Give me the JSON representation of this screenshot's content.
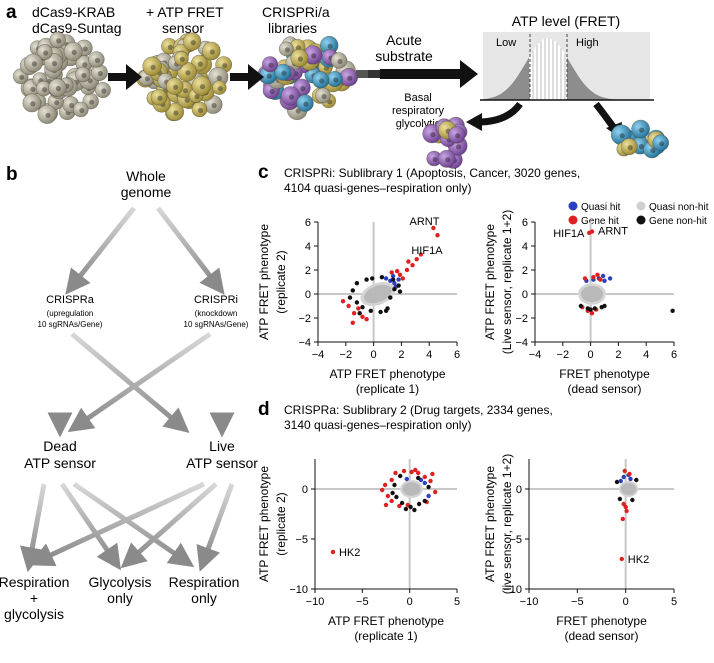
{
  "panel_a": {
    "label": "a",
    "step1_line1": "dCas9-KRAB",
    "step1_line2": "dCas9-Suntag",
    "step2_line1": "+ ATP FRET",
    "step2_line2": "sensor",
    "step3_line1": "CRISPRi/a",
    "step3_line2": "libraries",
    "acute_line1": "Acute",
    "acute_line2": "substrate",
    "basal": "Basal",
    "respiratory": "respiratory",
    "glycolytic": "glycolytic",
    "atp_title": "ATP level (FRET)",
    "low": "Low",
    "high": "High",
    "colors": {
      "grey_cell": "#b9b4a2",
      "yellow_cell": "#c9b961",
      "purple_cell": "#9a6bbd",
      "blue_cell": "#3d9ac4"
    }
  },
  "panel_b": {
    "label": "b",
    "whole1": "Whole",
    "whole2": "genome",
    "crispra": "CRISPRa",
    "crispra_sub1": "(upregulation",
    "crispra_sub2": "10 sgRNAs/Gene)",
    "crispri": "CRISPRi",
    "crispri_sub1": "(knockdown",
    "crispri_sub2": "10 sgRNAs/Gene)",
    "dead1": "Dead",
    "dead2": "ATP sensor",
    "live1": "Live",
    "live2": "ATP sensor",
    "resp_gly1": "Respiration",
    "resp_gly2": "+",
    "resp_gly3": "glycolysis",
    "gly1": "Glycolysis",
    "gly2": "only",
    "resp1": "Respiration",
    "resp2": "only"
  },
  "panel_c": {
    "label": "c",
    "title1": "CRISPRi: Sublibrary 1 (Apoptosis, Cancer, 3020 genes,",
    "title2": "4104 quasi-genes–respiration only)",
    "legend": {
      "quasi_hit": "Quasi hit",
      "gene_hit": "Gene hit",
      "quasi_nonhit": "Quasi non-hit",
      "gene_nonhit": "Gene non-hit"
    }
  },
  "panel_d": {
    "label": "d",
    "title1": "CRISPRa: Sublibrary 2 (Drug targets, 2334 genes,",
    "title2": "3140 quasi-genes–respiration only)"
  },
  "chart_data": [
    {
      "id": "c_left",
      "type": "scatter",
      "xlabel": "ATP FRET phenotype",
      "xlabel2": "(replicate 1)",
      "ylabel": "ATP FRET phenotype",
      "ylabel2": "(replicate 2)",
      "xlim": [
        -4,
        6
      ],
      "ylim": [
        -4,
        6
      ],
      "xticks": [
        -4,
        -2,
        0,
        2,
        4,
        6
      ],
      "yticks": [
        -4,
        -2,
        0,
        2,
        4,
        6
      ],
      "cloud": {
        "cx": 0.3,
        "cy": 0.0,
        "rx": 1.1,
        "ry": 0.9,
        "tilt": 0.45
      },
      "series": [
        {
          "name": "Quasi hit",
          "color": "#2b3fbf",
          "points": [
            [
              1.2,
              1.1
            ],
            [
              1.5,
              0.9
            ],
            [
              0.9,
              1.3
            ],
            [
              1.8,
              1.2
            ],
            [
              1.4,
              1.5
            ],
            [
              1.6,
              0.6
            ]
          ]
        },
        {
          "name": "Gene hit",
          "color": "#e02020",
          "points": [
            [
              4.6,
              4.9
            ],
            [
              4.3,
              5.5
            ],
            [
              3.1,
              2.9
            ],
            [
              2.8,
              2.4
            ],
            [
              3.4,
              3.3
            ],
            [
              2.4,
              2.0
            ],
            [
              1.9,
              1.6
            ],
            [
              2.1,
              1.3
            ],
            [
              -1.4,
              -1.6
            ],
            [
              -1.8,
              -1.0
            ],
            [
              -1.5,
              -2.4
            ],
            [
              -0.8,
              -1.9
            ],
            [
              -2.2,
              -0.6
            ],
            [
              -1.1,
              -1.2
            ],
            [
              1.7,
              1.9
            ],
            [
              2.5,
              2.7
            ],
            [
              1.3,
              1.8
            ],
            [
              -0.5,
              -2.1
            ]
          ]
        },
        {
          "name": "Gene non-hit",
          "color": "#111111",
          "points": [
            [
              1.5,
              0.4
            ],
            [
              1.8,
              0.7
            ],
            [
              1.2,
              -0.3
            ],
            [
              1.0,
              -1.2
            ],
            [
              0.5,
              -1.5
            ],
            [
              -0.2,
              -1.4
            ],
            [
              -0.8,
              -1.1
            ],
            [
              -1.2,
              -0.7
            ],
            [
              -1.5,
              0.3
            ],
            [
              -1.2,
              0.9
            ],
            [
              -0.5,
              1.2
            ],
            [
              0.6,
              1.4
            ],
            [
              1.9,
              0.2
            ],
            [
              -1.7,
              -0.3
            ],
            [
              0.9,
              -1.4
            ],
            [
              -0.1,
              1.3
            ],
            [
              1.4,
              1.2
            ],
            [
              -1.0,
              -1.6
            ]
          ]
        }
      ],
      "labels": [
        {
          "text": "ARNT",
          "x": 4.6,
          "y": 4.9,
          "dx": -28,
          "dy": -10
        },
        {
          "text": "HIF1A",
          "x": 4.3,
          "y": 5.5,
          "dx": -22,
          "dy": 26
        }
      ]
    },
    {
      "id": "c_right",
      "type": "scatter",
      "xlabel": "FRET phenotype",
      "xlabel2": "(dead sensor)",
      "ylabel": "ATP FRET phenotype",
      "ylabel2": "(Live sensor, replicate 1+2)",
      "xlim": [
        -4,
        6
      ],
      "ylim": [
        -4,
        6
      ],
      "xticks": [
        -4,
        -2,
        0,
        2,
        4,
        6
      ],
      "yticks": [
        -4,
        -2,
        0,
        2,
        4,
        6
      ],
      "cloud": {
        "cx": 0.1,
        "cy": 0.0,
        "rx": 1.0,
        "ry": 0.9,
        "tilt": 0.0
      },
      "series": [
        {
          "name": "Quasi hit",
          "color": "#2b3fbf",
          "points": [
            [
              0.2,
              1.2
            ],
            [
              0.6,
              1.3
            ],
            [
              1.0,
              1.1
            ],
            [
              1.4,
              1.3
            ],
            [
              -0.3,
              1.1
            ],
            [
              0.9,
              1.5
            ]
          ]
        },
        {
          "name": "Gene hit",
          "color": "#e02020",
          "points": [
            [
              -0.1,
              5.1
            ],
            [
              0.1,
              5.2
            ],
            [
              0.2,
              1.4
            ],
            [
              -0.4,
              1.3
            ],
            [
              0.4,
              -1.3
            ],
            [
              -0.2,
              -1.4
            ],
            [
              0.7,
              1.2
            ],
            [
              0.1,
              -1.6
            ],
            [
              -0.6,
              -1.1
            ],
            [
              0.5,
              1.6
            ]
          ]
        },
        {
          "name": "Gene non-hit",
          "color": "#111111",
          "points": [
            [
              5.9,
              -1.4
            ],
            [
              0.3,
              -1.2
            ],
            [
              -0.2,
              -1.2
            ],
            [
              0.8,
              -1.1
            ],
            [
              -0.7,
              -1.0
            ],
            [
              0.0,
              -1.3
            ],
            [
              1.0,
              -1.0
            ]
          ]
        }
      ],
      "labels": [
        {
          "text": "HIF1A",
          "x": -0.1,
          "y": 5.1,
          "dx": -36,
          "dy": 4
        },
        {
          "text": "ARNT",
          "x": 0.1,
          "y": 5.2,
          "dx": 6,
          "dy": 3
        }
      ]
    },
    {
      "id": "d_left",
      "type": "scatter",
      "xlabel": "ATP FRET phenotype",
      "xlabel2": "(replicate 1)",
      "ylabel": "ATP FRET phenotype",
      "ylabel2": "(replicate 2)",
      "xlim": [
        -10,
        5
      ],
      "ylim": [
        -10,
        3
      ],
      "xticks": [
        -10,
        -5,
        0,
        5
      ],
      "yticks": [
        -10,
        -5,
        0
      ],
      "cloud": {
        "cx": 0.2,
        "cy": 0.0,
        "rx": 1.2,
        "ry": 0.9,
        "tilt": 0.0
      },
      "series": [
        {
          "name": "Quasi hit",
          "color": "#2b3fbf",
          "points": [
            [
              1.6,
              0.6
            ],
            [
              2.0,
              -0.7
            ],
            [
              1.2,
              0.9
            ],
            [
              -0.3,
              1.0
            ]
          ]
        },
        {
          "name": "Gene hit",
          "color": "#e02020",
          "points": [
            [
              -8.1,
              -6.3
            ],
            [
              -2.6,
              0.4
            ],
            [
              -2.9,
              -0.1
            ],
            [
              -2.3,
              -0.7
            ],
            [
              -1.9,
              0.9
            ],
            [
              -1.5,
              1.6
            ],
            [
              -0.6,
              1.8
            ],
            [
              0.2,
              1.7
            ],
            [
              0.9,
              1.6
            ],
            [
              1.6,
              1.2
            ],
            [
              2.2,
              0.8
            ],
            [
              2.7,
              -0.3
            ],
            [
              1.8,
              -1.3
            ],
            [
              -1.1,
              -1.7
            ],
            [
              -1.9,
              -1.2
            ],
            [
              -2.5,
              -1.6
            ],
            [
              0.6,
              1.9
            ],
            [
              -0.2,
              -1.6
            ],
            [
              2.4,
              1.5
            ]
          ]
        },
        {
          "name": "Gene non-hit",
          "color": "#111111",
          "points": [
            [
              -0.8,
              -1.4
            ],
            [
              0.1,
              -1.8
            ],
            [
              1.0,
              -1.5
            ],
            [
              -1.4,
              -0.8
            ],
            [
              1.6,
              -1.2
            ],
            [
              -1.6,
              0.4
            ],
            [
              -1.0,
              1.3
            ],
            [
              0.9,
              1.1
            ],
            [
              2.0,
              0.2
            ],
            [
              -0.4,
              -2.0
            ],
            [
              0.5,
              -2.1
            ],
            [
              -1.8,
              -0.4
            ]
          ]
        }
      ],
      "labels": [
        {
          "text": "HK2",
          "x": -8.1,
          "y": -6.3,
          "dx": 6,
          "dy": 4
        }
      ]
    },
    {
      "id": "d_right",
      "type": "scatter",
      "xlabel": "FRET phenotype",
      "xlabel2": "(dead sensor)",
      "ylabel": "ATP FRET phenotype",
      "ylabel2": "(live sensor, replicate 1+2)",
      "xlim": [
        -10,
        5
      ],
      "ylim": [
        -10,
        3
      ],
      "xticks": [
        -10,
        -5,
        0,
        5
      ],
      "yticks": [
        -10,
        -5,
        0
      ],
      "cloud": {
        "cx": 0.3,
        "cy": 0.0,
        "rx": 1.0,
        "ry": 0.8,
        "tilt": 0.0
      },
      "series": [
        {
          "name": "Quasi hit",
          "color": "#2b3fbf",
          "points": [
            [
              -0.2,
              1.2
            ],
            [
              0.3,
              1.4
            ],
            [
              -0.5,
              0.8
            ],
            [
              0.5,
              1.0
            ]
          ]
        },
        {
          "name": "Gene hit",
          "color": "#e02020",
          "points": [
            [
              -0.4,
              -7.0
            ],
            [
              -0.2,
              -1.5
            ],
            [
              0.1,
              -2.2
            ],
            [
              -0.3,
              -3.0
            ],
            [
              0.0,
              -1.8
            ],
            [
              0.4,
              1.5
            ],
            [
              -0.1,
              1.8
            ]
          ]
        },
        {
          "name": "Gene non-hit",
          "color": "#111111",
          "points": [
            [
              0.7,
              -1.1
            ],
            [
              -0.6,
              -1.0
            ],
            [
              1.1,
              0.9
            ],
            [
              -0.9,
              0.7
            ]
          ]
        }
      ],
      "labels": [
        {
          "text": "HK2",
          "x": -0.4,
          "y": -7.0,
          "dx": 6,
          "dy": 4
        }
      ]
    }
  ]
}
